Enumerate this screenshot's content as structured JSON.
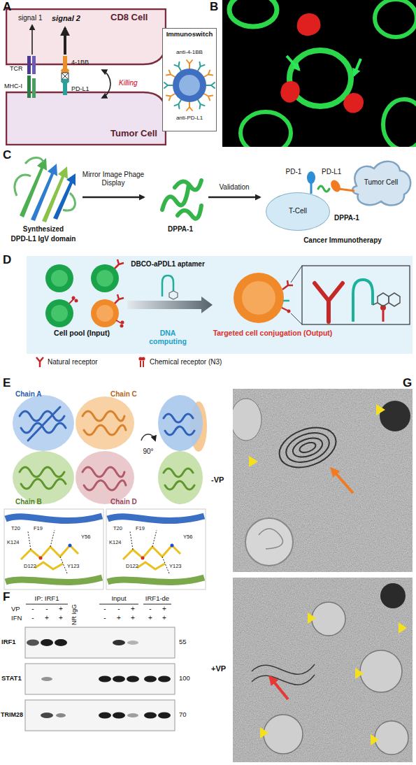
{
  "diagram": {
    "nodes": [
      {
        "text": [
          "CD8 Cell"
        ]
      },
      {
        "text": [
          "Tumor Cell"
        ]
      },
      {
        "text": [
          "Immunoswitch"
        ]
      },
      {
        "text": [
          "T-Cell"
        ]
      },
      {
        "text": [
          "Tumor Cell"
        ]
      },
      {
        "text": [
          "DBCO-aPDL1 aptamer",
          "Cell pool (Input)",
          "DNA computing",
          "Targeted cell conjugation (Output)"
        ]
      }
    ],
    "labels": [
      "A",
      "signal 1",
      "signal 2",
      "TCR",
      "MHC-I",
      "4-1BB",
      "PD-L1",
      "Killing",
      "anti-4-1BB",
      "anti-PD-L1",
      "B",
      "C",
      "Mirror Image Phage Display",
      "Validation",
      "Synthesized",
      "DPD-L1 IgV domain",
      "DPPA-1",
      "PD-1",
      "PD-L1",
      "DPPA-1",
      "Cancer Immunotherapy",
      "D",
      "E",
      "Chain A",
      "Chain C",
      "Chain B",
      "Chain D",
      "90°",
      "T20",
      "F19",
      "K124",
      "D122",
      "Y123",
      "Y56",
      "T20",
      "F19",
      "K124",
      "D122",
      "Y123",
      "Y56",
      "F",
      "IP: IRF1",
      "NR IgG",
      "Input",
      "IRF1-de",
      "VP",
      "IFN",
      "-",
      "-",
      "+",
      "-",
      "-",
      "+",
      "-",
      "+",
      "-",
      "+",
      "+",
      "-",
      "+",
      "+",
      "+",
      "+",
      "IRF1",
      "STAT1",
      "TRIM28",
      "55",
      "100",
      "70",
      "G",
      "-VP",
      "+VP"
    ],
    "legend": [
      {
        "text": "Natural receptor"
      },
      {
        "text": "Chemical receptor (N3)"
      }
    ]
  }
}
